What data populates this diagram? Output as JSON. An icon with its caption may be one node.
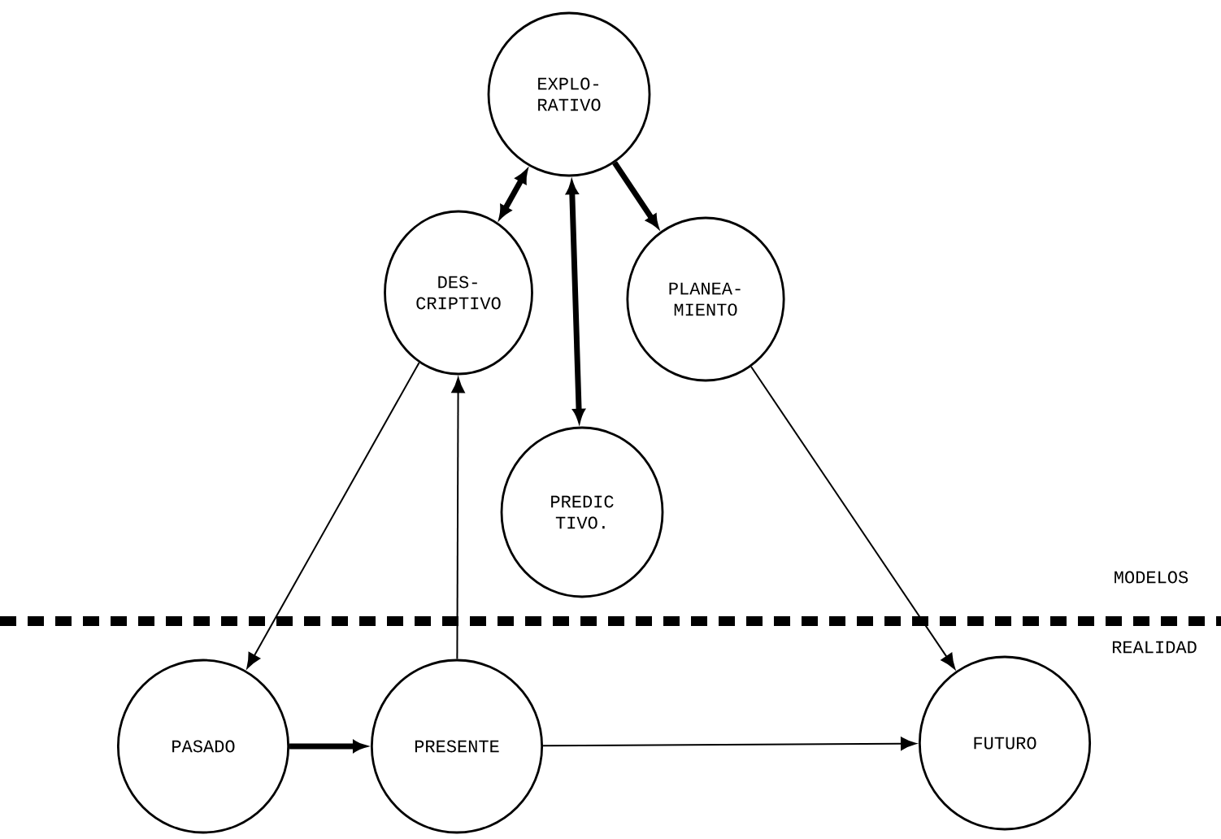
{
  "diagram": {
    "nodes": [
      {
        "text": [
          "EXPLO- RATIVO"
        ]
      },
      {
        "text": [
          "DES- CRIPTIVO"
        ]
      },
      {
        "text": [
          "PLANEA- MIENTO"
        ]
      },
      {
        "text": [
          "PREDIC TIVO."
        ]
      },
      {
        "text": [
          "PASADO"
        ]
      },
      {
        "text": [
          "PRESENTE"
        ]
      },
      {
        "text": [
          "FUTURO"
        ]
      }
    ],
    "edges": [
      {
        "from": 0,
        "to": 1,
        "arrow": "both",
        "style": "thick"
      },
      {
        "from": 0,
        "to": 3,
        "arrow": "both",
        "style": "thick"
      },
      {
        "from": 0,
        "to": 2,
        "arrow": "to",
        "style": "thick"
      },
      {
        "from": 1,
        "to": 4,
        "arrow": "to"
      },
      {
        "from": 5,
        "to": 1,
        "arrow": "to"
      },
      {
        "from": 2,
        "to": 6,
        "arrow": "to"
      },
      {
        "from": 4,
        "to": 5,
        "arrow": "to",
        "style": "thick"
      },
      {
        "from": 5,
        "to": 6,
        "arrow": "to"
      }
    ],
    "labels": [
      "MODELOS",
      "REALIDAD"
    ]
  }
}
